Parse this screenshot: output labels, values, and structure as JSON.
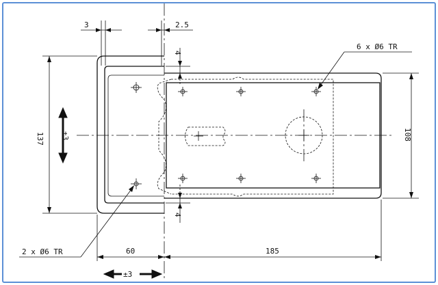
{
  "dimensions": {
    "d3": "3",
    "d2_5": "2.5",
    "d4_top": "4",
    "d4_bottom": "4",
    "d137": "137",
    "d108": "108",
    "d60": "60",
    "d185": "185"
  },
  "callouts": {
    "holes_six": "6 x Ø6 TR",
    "holes_two": "2 x Ø6 TR"
  },
  "adjust": {
    "vertical": "±3",
    "horizontal": "±3"
  }
}
